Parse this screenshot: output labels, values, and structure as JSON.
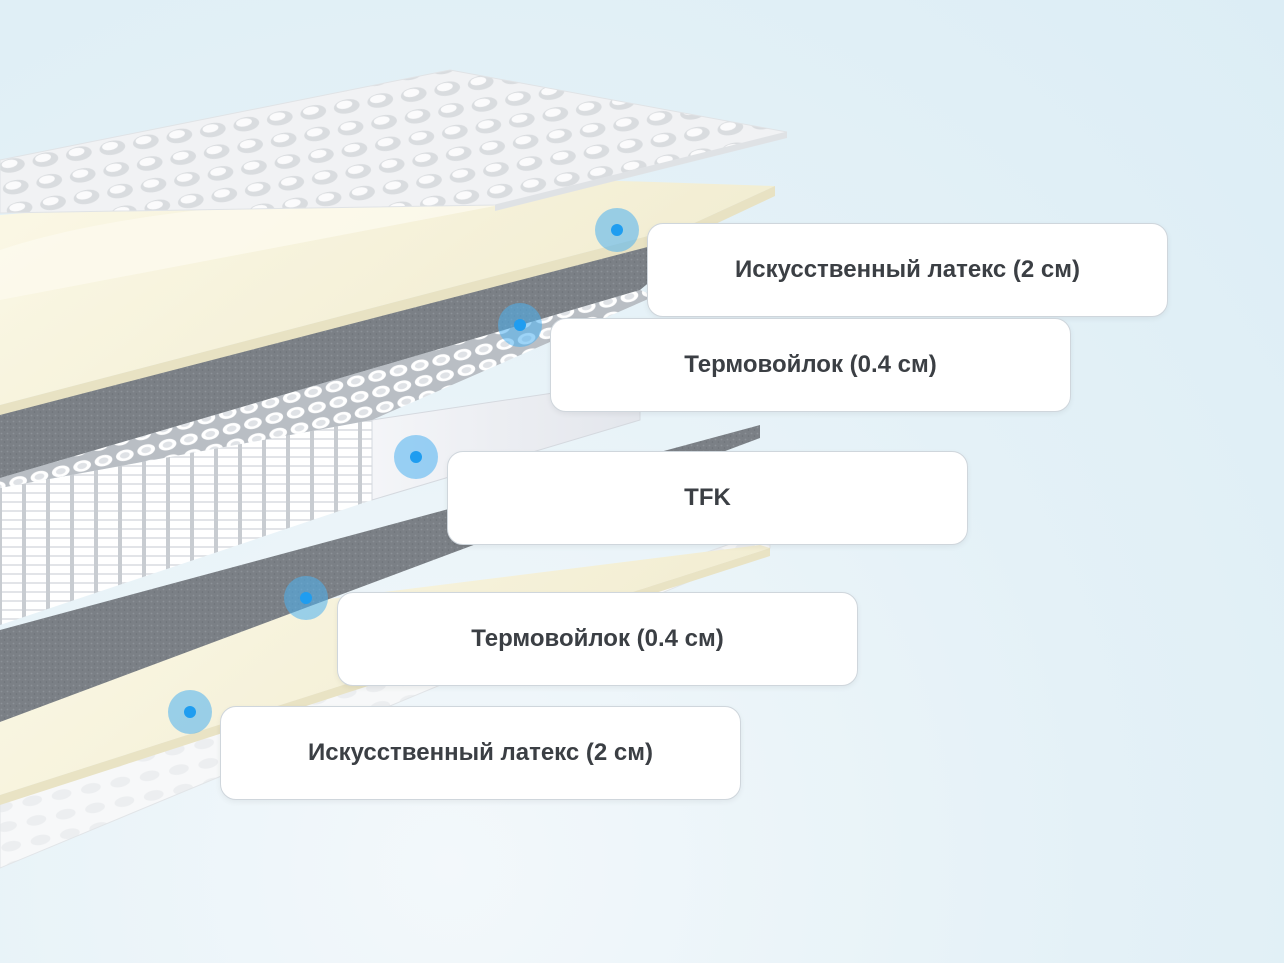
{
  "colors": {
    "marker": "#4db0f0",
    "marker_dot": "#1f9df0",
    "latex": "#f4f0d8",
    "felt": "#7d8287",
    "springs": "#f2f3f5",
    "quilt": "#eef0f2"
  },
  "layers": [
    {
      "label": "Искусственный латекс (2 см)"
    },
    {
      "label": "Термовойлок (0.4 см)"
    },
    {
      "label": "TFK"
    },
    {
      "label": "Термовойлок (0.4 см)"
    },
    {
      "label": "Искусственный латекс (2 см)"
    }
  ]
}
